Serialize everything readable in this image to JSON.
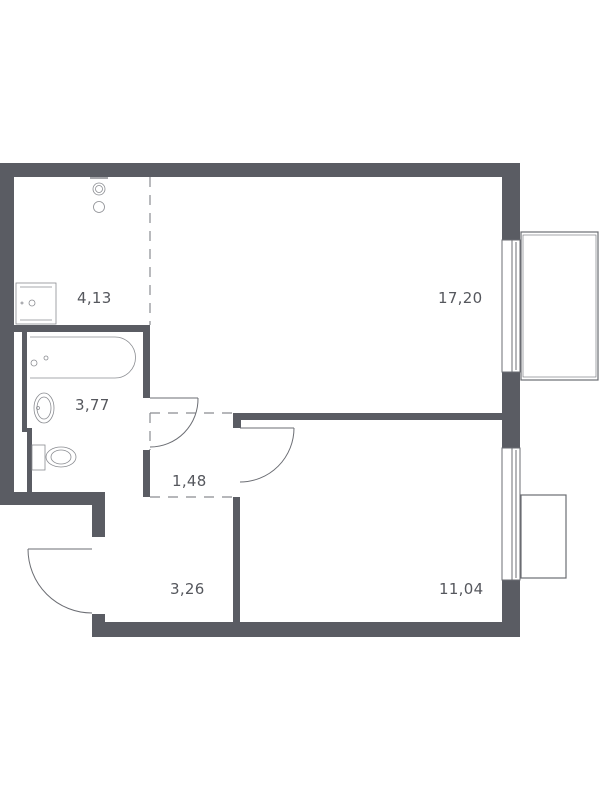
{
  "plan": {
    "type": "apartment floor plan",
    "wall_color": "#5a5c63",
    "line_color": "#6b6d73",
    "rooms": [
      {
        "id": "kitchen",
        "area": "4,13"
      },
      {
        "id": "living-room",
        "area": "17,20"
      },
      {
        "id": "bathroom",
        "area": "3,77"
      },
      {
        "id": "corridor",
        "area": "1,48"
      },
      {
        "id": "hallway",
        "area": "3,26"
      },
      {
        "id": "bedroom",
        "area": "11,04"
      }
    ]
  }
}
